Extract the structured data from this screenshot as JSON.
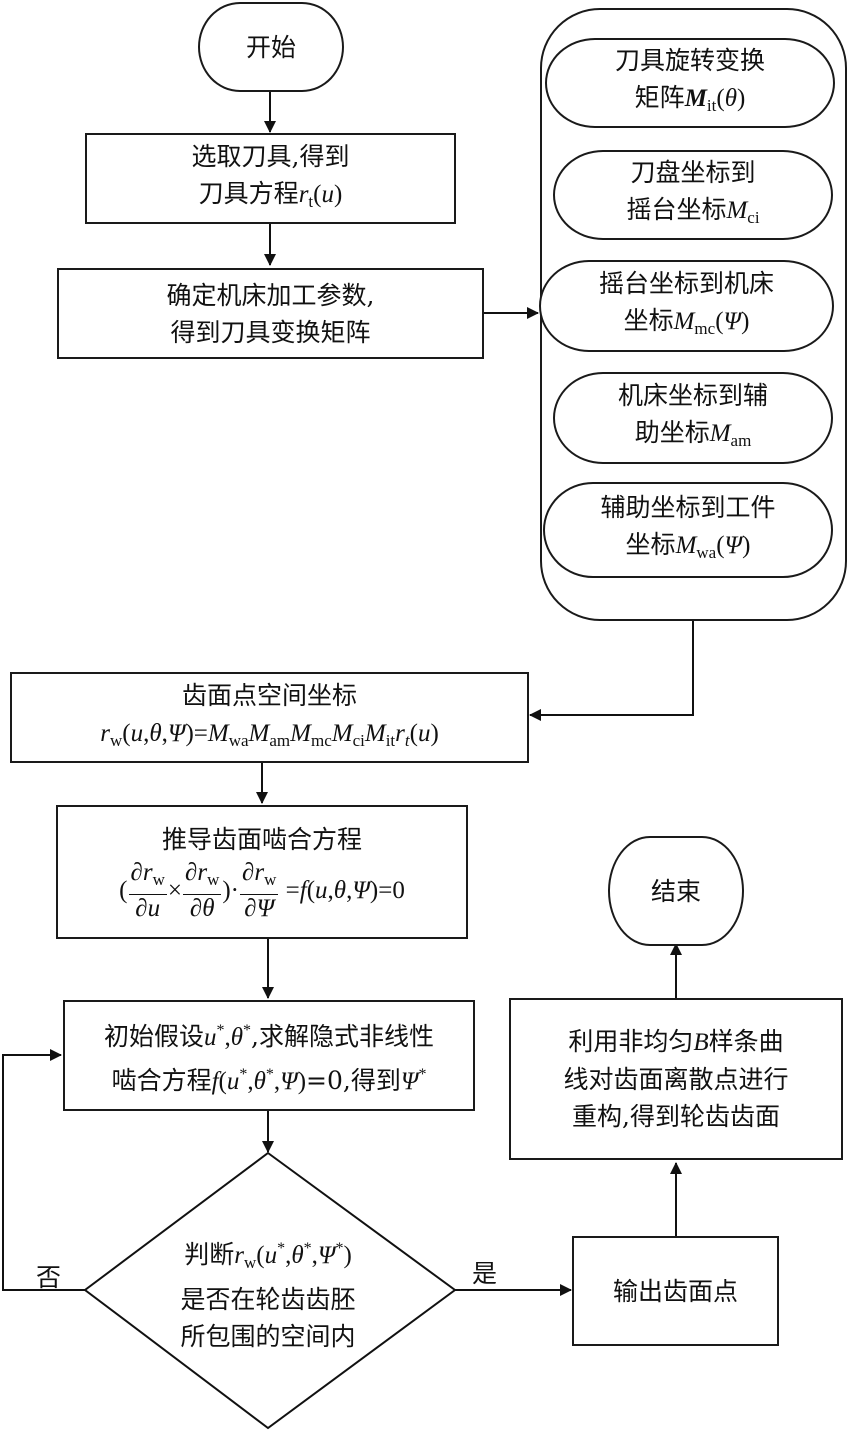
{
  "flowchart": {
    "start": {
      "label": "开始"
    },
    "select_tool": {
      "line1": "选取刀具,得到",
      "line2_text": "刀具方程",
      "line2_math": "r",
      "line2_sub": "t",
      "line2_arg": "(u)"
    },
    "machine_params": {
      "line1": "确定机床加工参数,",
      "line2": "得到刀具变换矩阵"
    },
    "matrices": [
      {
        "line1": "刀具旋转变换",
        "line2_text": "矩阵",
        "symbol": "M",
        "sub": "it",
        "arg": "(θ)"
      },
      {
        "line1": "刀盘坐标到",
        "line2_text": "摇台坐标",
        "symbol": "M",
        "sub": "ci",
        "arg": ""
      },
      {
        "line1": "摇台坐标到机床",
        "line2_text": "坐标",
        "symbol": "M",
        "sub": "mc",
        "arg": "(Ψ)"
      },
      {
        "line1": "机床坐标到辅",
        "line2_text": "助坐标",
        "symbol": "M",
        "sub": "am",
        "arg": ""
      },
      {
        "line1": "辅助坐标到工件",
        "line2_text": "坐标",
        "symbol": "M",
        "sub": "wa",
        "arg": "(Ψ)"
      }
    ],
    "tooth_coords": {
      "title": "齿面点空间坐标",
      "formula": "r_w(u,θ,Ψ)=M_wa M_am M_mc M_ci M_it r_t(u)"
    },
    "meshing_eq": {
      "title": "推导齿面啮合方程",
      "formula": "(∂r_w/∂u × ∂r_w/∂θ)·∂r_w/∂Ψ = f(u,θ,Ψ)=0"
    },
    "solve": {
      "line1_text": "初始假设",
      "line1_rest": ",求解隐式非线性",
      "line2_text": "啮合方程",
      "line2_rest": "=0,得到"
    },
    "decision": {
      "line1_text": "判断",
      "line2": "是否在轮齿齿胚",
      "line3": "所包围的空间内",
      "yes_label": "是",
      "no_label": "否"
    },
    "output_points": {
      "label": "输出齿面点"
    },
    "reconstruct": {
      "line1_a": "利用非均匀",
      "line1_b": "B",
      "line1_c": "样条曲",
      "line2": "线对齿面离散点进行",
      "line3": "重构,得到轮齿齿面"
    },
    "end": {
      "label": "结束"
    }
  }
}
